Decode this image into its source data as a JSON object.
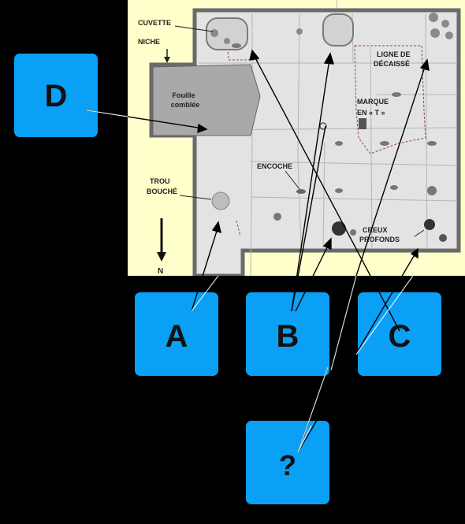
{
  "plan": {
    "labels": {
      "cuvette": "CUVETTE",
      "niche": "NICHE",
      "fouille_1": "Fouille",
      "fouille_2": "comblée",
      "ligne_1": "LIGNE DE",
      "ligne_2": "DÉCAISSÉ",
      "marque_1": "MARQUE",
      "marque_2": "EN « T »",
      "encoche": "ENCOCHE",
      "trou_1": "TROU",
      "trou_2": "BOUCHÉ",
      "creux_1": "CREUX",
      "creux_2": "PROFONDS",
      "north": "N"
    }
  },
  "boxes": {
    "d": "D",
    "a": "A",
    "b": "B",
    "c": "C",
    "q": "?"
  },
  "colors": {
    "box_fill": "#0aa0f5",
    "plan_bg": "#ffffcc",
    "slab": "#e3e3e3",
    "wall": "#6a6a6a",
    "fill_area": "#aaaaaa"
  }
}
